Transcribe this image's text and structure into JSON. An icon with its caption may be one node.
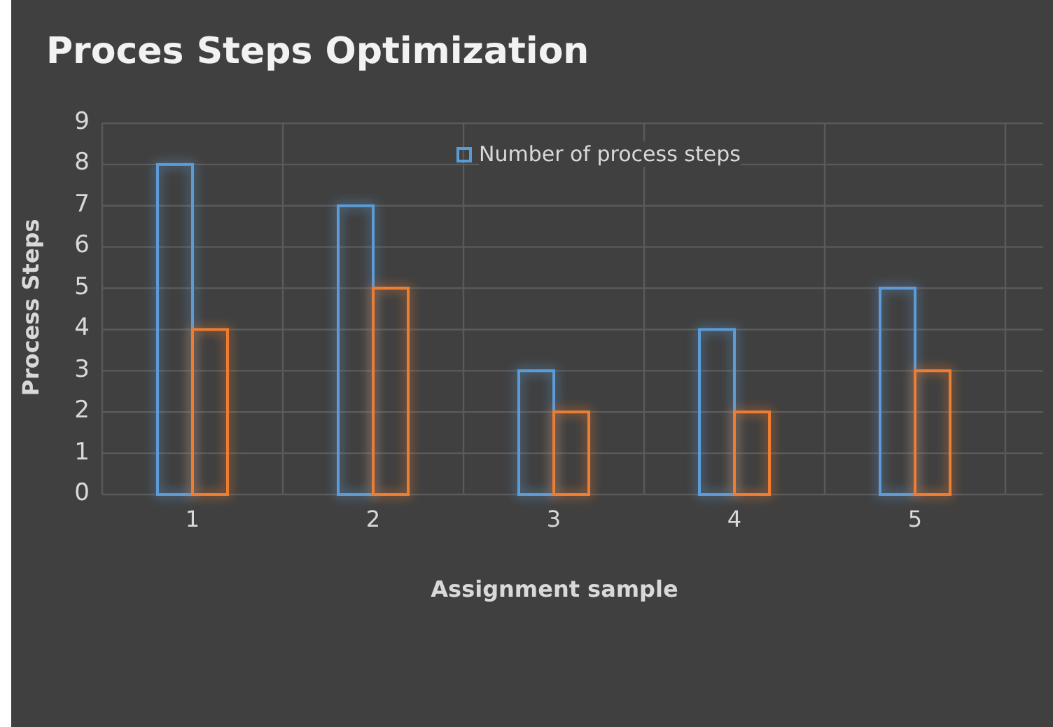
{
  "diagram": {
    "title": "Proces Steps Optimization",
    "chart_data": {
      "type": "bar",
      "xlabel": "Assignment sample",
      "ylabel": "Process Steps",
      "categories": [
        "1",
        "2",
        "3",
        "4",
        "5"
      ],
      "series": [
        {
          "name": "Number of process steps",
          "color": "#5b9bd5",
          "values": [
            8,
            7,
            3,
            4,
            5
          ]
        },
        {
          "color": "#ed7d31",
          "values": [
            4,
            5,
            2,
            2,
            3
          ]
        }
      ],
      "grid": true,
      "ylim": [
        0,
        9
      ],
      "yticks": [
        0,
        1,
        2,
        3,
        4,
        5,
        6,
        7,
        8,
        9
      ]
    }
  }
}
